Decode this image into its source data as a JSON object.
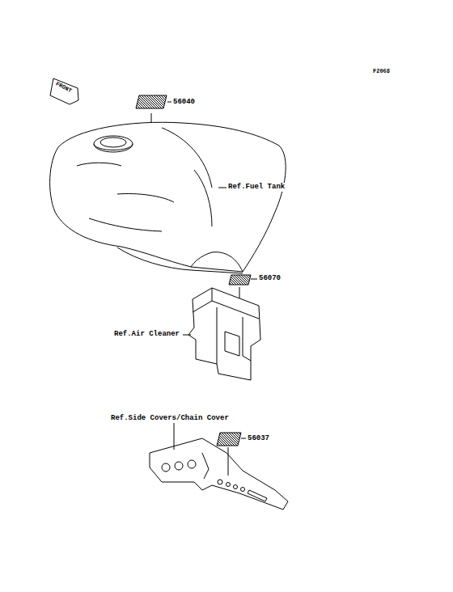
{
  "diagram": {
    "labels": [
      "F2068",
      "FRONT",
      "56040",
      "Ref.Fuel Tank",
      "56070",
      "Ref.Air Cleaner",
      "Ref.Side Covers/Chain Cover",
      "56037"
    ]
  }
}
